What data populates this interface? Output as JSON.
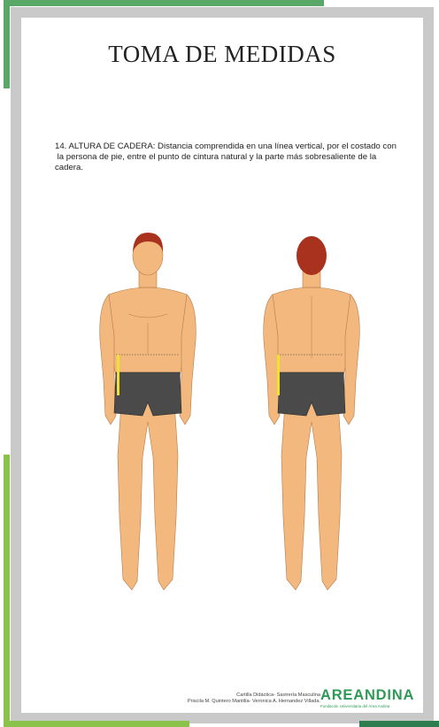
{
  "title": "TOMA DE MEDIDAS",
  "description": {
    "line1": "14. ALTURA DE CADERA: Distancia comprendida en una línea vertical, por el costado con",
    "line2": " la persona de pie, entre el punto de cintura natural y la parte más sobresaliente de la",
    "line3": "cadera."
  },
  "footer": {
    "line1": "Cartilla Didáctica- Sastrería Masculina",
    "line2": "Priscila M. Quintero Mantilla- Veronica A. Hernandez Villada."
  },
  "logo": {
    "name": "AREANDINA",
    "subtitle": "Fundación Universitaria del Área Andina"
  },
  "colors": {
    "frame": "#c9c9c9",
    "accent_green": "#5aa867",
    "accent_lime": "#8bc34a",
    "logo_green": "#2e9a55",
    "skin": "#f2b87e",
    "hair": "#a8321e",
    "shorts": "#4a4a4a",
    "measure_line": "#f0e030"
  }
}
